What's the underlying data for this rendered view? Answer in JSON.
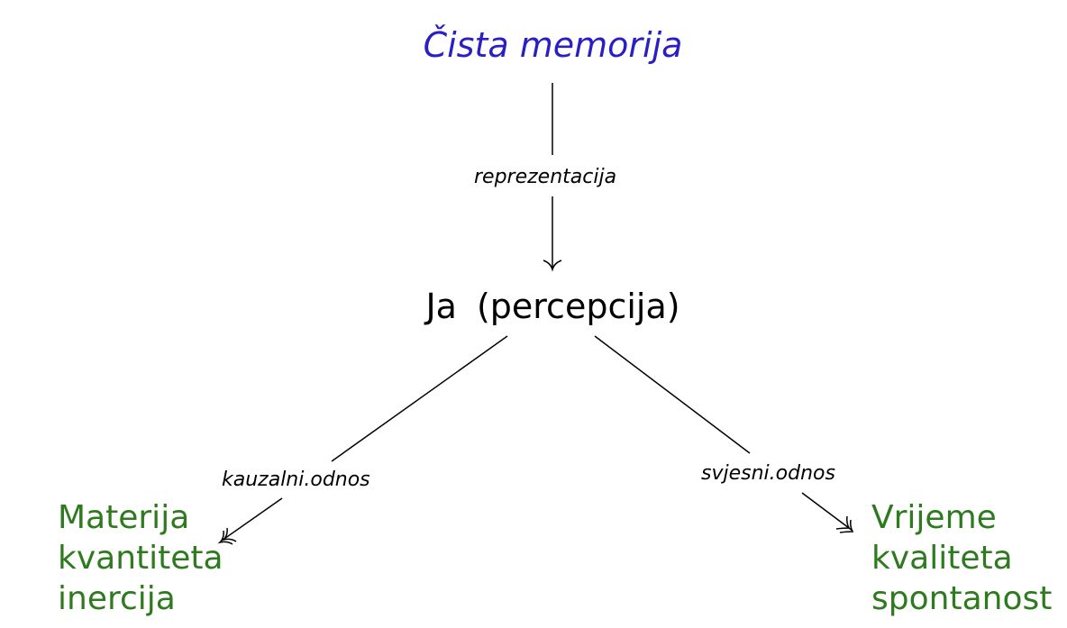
{
  "top_node": {
    "label": "Čista memorija",
    "color": "#2a1fc4"
  },
  "middle_node": {
    "label_main": "Ja",
    "label_paren": "(percepcija)"
  },
  "left_node": {
    "lines": [
      "Materija",
      "kvantiteta",
      "inercija"
    ],
    "color": "#2e7a1e"
  },
  "right_node": {
    "lines": [
      "Vrijeme",
      "kvaliteta",
      "spontanost"
    ],
    "color": "#2e7a1e"
  },
  "edges": {
    "top_to_middle": "reprezentacija",
    "middle_to_left": "kauzalni.odnos",
    "middle_to_right": "svjesni.odnos"
  }
}
